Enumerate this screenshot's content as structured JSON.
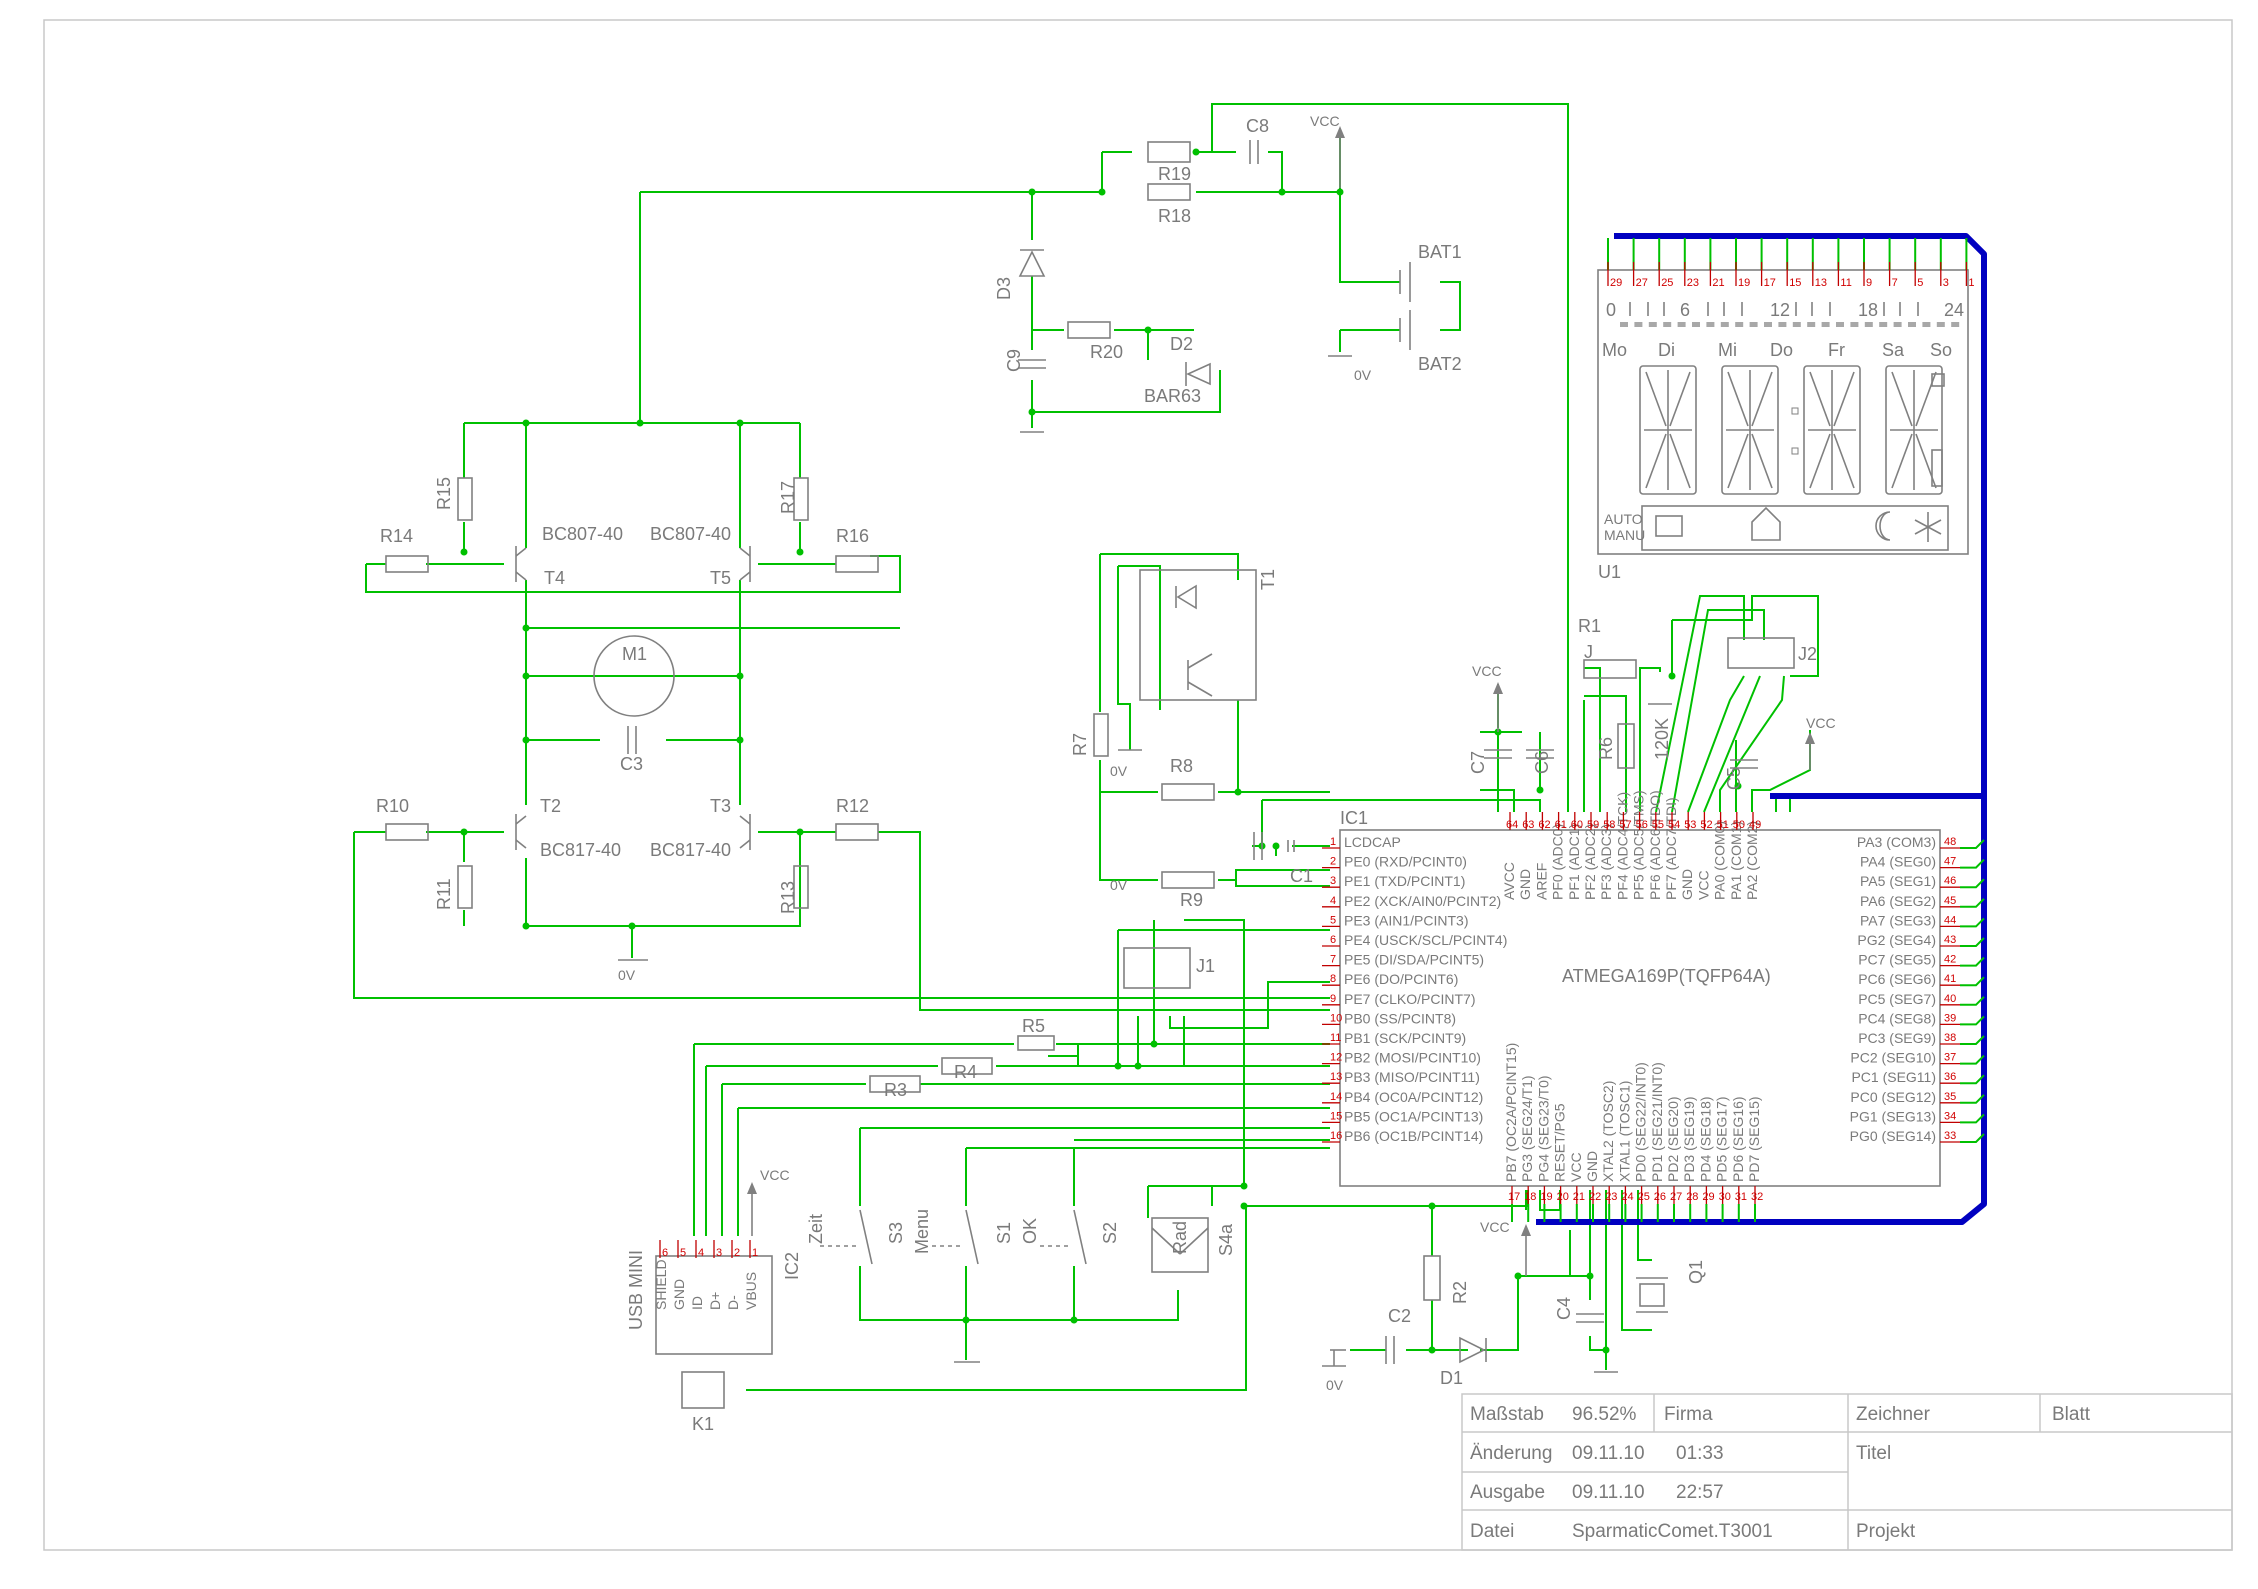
{
  "components": {
    "R19": "R19",
    "R18": "R18",
    "C8": "C8",
    "VCC": "VCC",
    "BAT1": "BAT1",
    "BAT2": "BAT2",
    "D3": "D3",
    "R20": "R20",
    "D2": "D2",
    "BAR63": "BAR63",
    "C9": "C9",
    "ZERO_V": "0V",
    "R15": "R15",
    "R14": "R14",
    "T4": "T4",
    "BC807_A": "BC807-40",
    "BC807_B": "BC807-40",
    "R17": "R17",
    "R16": "R16",
    "T5": "T5",
    "M1": "M1",
    "C3": "C3",
    "R10": "R10",
    "R11": "R11",
    "T2": "T2",
    "BC817_A": "BC817-40",
    "BC817_B": "BC817-40",
    "T3": "T3",
    "R12": "R12",
    "R13": "R13",
    "T1": "T1",
    "R7": "R7",
    "R8": "R8",
    "R9": "R9",
    "C1": "C1",
    "R1": "R1",
    "J": "J",
    "R6": "R6",
    "R6_VAL": "120K",
    "J2": "J2",
    "C7": "C7",
    "C6": "C6",
    "C5": "C5",
    "IC1": "IC1",
    "MCU": "ATMEGA169P(TQFP64A)",
    "U1": "U1",
    "J1": "J1",
    "R5": "R5",
    "R4": "R4",
    "R3": "R3",
    "USB": "USB MINI",
    "IC2": "IC2",
    "K1": "K1",
    "S3": "S3",
    "Zeit": "Zeit",
    "S1": "S1",
    "Menu": "Menu",
    "S2": "S2",
    "OK": "OK",
    "S4a": "S4a",
    "Rad": "Rad",
    "C2": "C2",
    "R2": "R2",
    "D1": "D1",
    "C4": "C4",
    "Q1": "Q1"
  },
  "mcu_left_pins": [
    "LCDCAP",
    "PE0 (RXD/PCINT0)",
    "PE1 (TXD/PCINT1)",
    "PE2 (XCK/AIN0/PCINT2)",
    "PE3 (AIN1/PCINT3)",
    "PE4 (USCK/SCL/PCINT4)",
    "PE5 (DI/SDA/PCINT5)",
    "PE6 (DO/PCINT6)",
    "PE7 (CLKO/PCINT7)",
    "PB0 (SS/PCINT8)",
    "PB1 (SCK/PCINT9)",
    "PB2 (MOSI/PCINT10)",
    "PB3 (MISO/PCINT11)",
    "PB4 (OC0A/PCINT12)",
    "PB5 (OC1A/PCINT13)",
    "PB6 (OC1B/PCINT14)"
  ],
  "mcu_right_pins": [
    "PA3 (COM3)",
    "PA4 (SEG0)",
    "PA5 (SEG1)",
    "PA6 (SEG2)",
    "PA7 (SEG3)",
    "PG2 (SEG4)",
    "PC7 (SEG5)",
    "PC6 (SEG6)",
    "PC5 (SEG7)",
    "PC4 (SEG8)",
    "PC3 (SEG9)",
    "PC2 (SEG10)",
    "PC1 (SEG11)",
    "PC0 (SEG12)",
    "PG1 (SEG13)",
    "PG0 (SEG14)"
  ],
  "mcu_right_nums": [
    "48",
    "47",
    "46",
    "45",
    "44",
    "43",
    "42",
    "41",
    "40",
    "39",
    "38",
    "37",
    "36",
    "35",
    "34",
    "33"
  ],
  "mcu_top_pins": [
    "AVCC",
    "GND",
    "AREF",
    "PF0 (ADC0)",
    "PF1 (ADC1)",
    "PF2 (ADC2)",
    "PF3 (ADC3)",
    "PF4 (ADC4/TCK)",
    "PF5 (ADC5/TMS)",
    "PF6 (ADC6/TDO)",
    "PF7 (ADC7/TDI)",
    "GND",
    "VCC",
    "PA0 (COM0)",
    "PA1 (COM1)",
    "PA2 (COM2)"
  ],
  "mcu_top_nums": [
    "64",
    "63",
    "62",
    "61",
    "60",
    "59",
    "58",
    "57",
    "56",
    "55",
    "54",
    "53",
    "52",
    "51",
    "50",
    "49"
  ],
  "mcu_bottom_pins": [
    "PB7 (OC2A/PCINT15)",
    "PG3 (SEG24/T1)",
    "PG4 (SEG23/T0)",
    "RESET/PG5",
    "VCC",
    "GND",
    "XTAL2 (TOSC2)",
    "XTAL1 (TOSC1)",
    "PD0 (SEG22/INT0)",
    "PD1 (SEG21/INT0)",
    "PD2 (SEG20)",
    "PD3 (SEG19)",
    "PD4 (SEG18)",
    "PD5 (SEG17)",
    "PD6 (SEG16)",
    "PD7 (SEG15)"
  ],
  "mcu_bottom_nums": [
    "17",
    "18",
    "19",
    "20",
    "21",
    "22",
    "23",
    "24",
    "25",
    "26",
    "27",
    "28",
    "29",
    "30",
    "31",
    "32"
  ],
  "lcd": {
    "pin_nums": [
      "29",
      "27",
      "25",
      "23",
      "21",
      "19",
      "17",
      "15",
      "13",
      "11",
      "9",
      "7",
      "5",
      "3",
      "1"
    ],
    "hours": [
      "0",
      "6",
      "12",
      "18",
      "24"
    ],
    "days": [
      "Mo",
      "Di",
      "Mi",
      "Do",
      "Fr",
      "Sa",
      "So"
    ],
    "auto": "AUTO",
    "manu": "MANU"
  },
  "title_block": {
    "massstab_label": "Maßstab",
    "massstab_value": "96.52%",
    "firma_label": "Firma",
    "zeichner_label": "Zeichner",
    "blatt_label": "Blatt",
    "aenderung_label": "Änderung",
    "aenderung_date": "09.11.10",
    "aenderung_time": "01:33",
    "titel_label": "Titel",
    "ausgabe_label": "Ausgabe",
    "ausgabe_date": "09.11.10",
    "ausgabe_time": "22:57",
    "datei_label": "Datei",
    "datei_value": "SparmaticComet.T3001",
    "projekt_label": "Projekt"
  },
  "usb_pins": [
    "SHIELD",
    "GND",
    "ID",
    "D+",
    "D-",
    "VBUS"
  ]
}
